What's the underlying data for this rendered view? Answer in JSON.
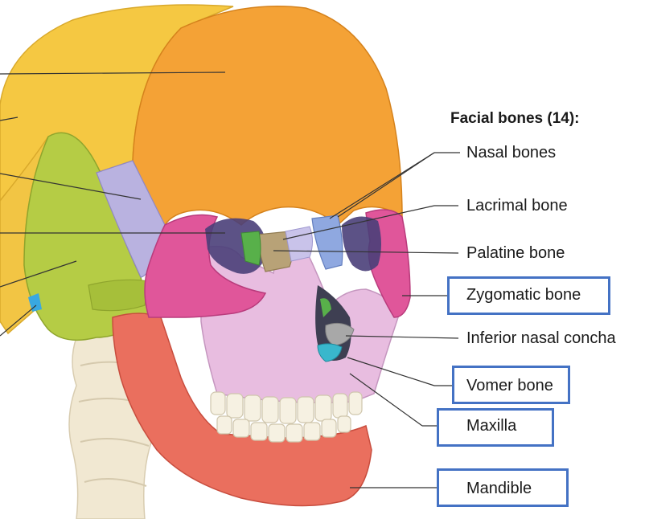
{
  "heading": "Facial bones (14):",
  "labels": {
    "nasal": "Nasal bones",
    "lacrimal": "Lacrimal bone",
    "palatine": "Palatine bone",
    "zygomatic": "Zygomatic bone",
    "concha": "Inferior nasal concha",
    "vomer": "Vomer bone",
    "maxilla": "Maxilla",
    "mandible": "Mandible"
  },
  "highlight_color": "#4472c4",
  "bone_colors": {
    "parietal": "#f5c842",
    "frontal": "#f4a236",
    "temporal": "#b5cc45",
    "sphenoid": "#b9b2e0",
    "zygomatic": "#e0569a",
    "maxilla": "#e8bde0",
    "mandible": "#ea6f5e",
    "nasal": "#8fa8e0",
    "palatine": "#b8a277",
    "vomer": "#39b7cc",
    "concha": "#a8a8a8",
    "teeth": "#f6f1e2",
    "vertebrae": "#f1e8d2"
  },
  "icons": [
    "skull-illustration"
  ]
}
